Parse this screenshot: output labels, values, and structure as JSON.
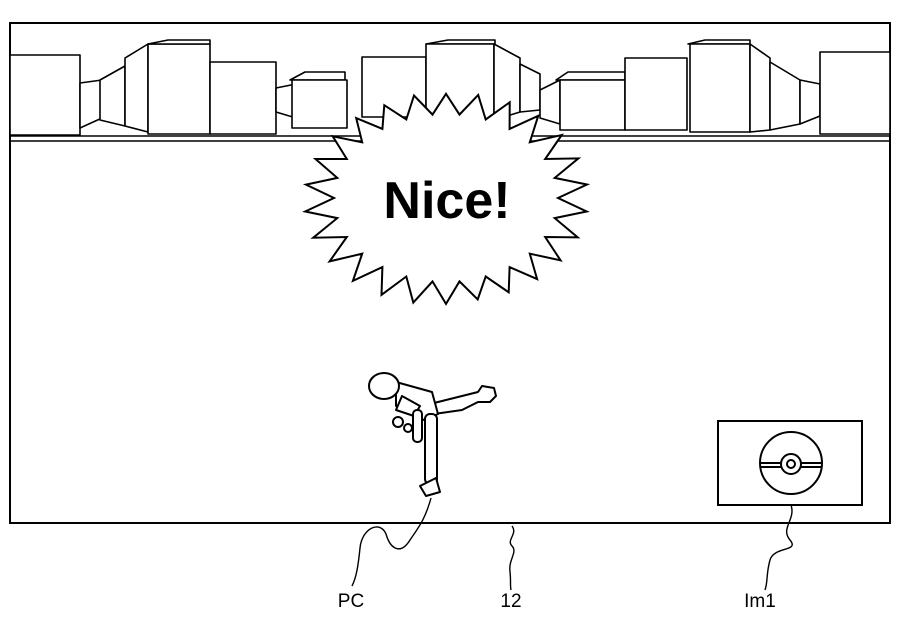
{
  "bubble": {
    "text": "Nice!"
  },
  "labels": {
    "character": "PC",
    "screen": "12",
    "image": "Im1"
  },
  "icons": {
    "player_character": "running-character-icon",
    "item_image": "ball-icon",
    "exclamation_bubble": "starburst-bubble-icon"
  }
}
